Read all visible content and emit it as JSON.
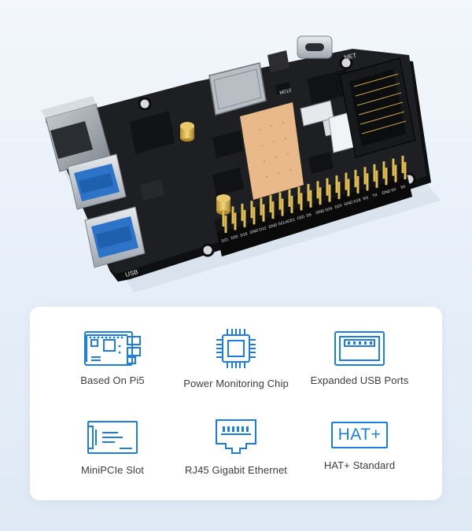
{
  "board": {
    "usb_label": "USB",
    "net_label": "NET",
    "chip_label": "M010",
    "gpio_labels": [
      "D21",
      "D20",
      "D16",
      "GND",
      "D12",
      "GND",
      "SCLK",
      "CE1",
      "CE0",
      "D5",
      "GND",
      "D24",
      "D23",
      "GND",
      "D18",
      "RX",
      "TX",
      "GND",
      "5V",
      "5V"
    ]
  },
  "features": [
    {
      "label": "Based On Pi5",
      "icon": "pi5-board-icon"
    },
    {
      "label": "Power Monitoring Chip",
      "icon": "chip-icon"
    },
    {
      "label": "Expanded USB Ports",
      "icon": "usb-port-icon"
    },
    {
      "label": "MiniPCIe Slot",
      "icon": "minipcie-card-icon"
    },
    {
      "label": "RJ45 Gigabit Ethernet",
      "icon": "rj45-port-icon"
    },
    {
      "label": "HAT+ Standard",
      "icon": "hat-plus-badge-icon",
      "badge_text": "HAT+"
    }
  ],
  "colors": {
    "icon_blue": "#1c7fe0",
    "pcb": "#1d1f22",
    "copper": "#e9b98a",
    "gold": "#d7b24a"
  }
}
